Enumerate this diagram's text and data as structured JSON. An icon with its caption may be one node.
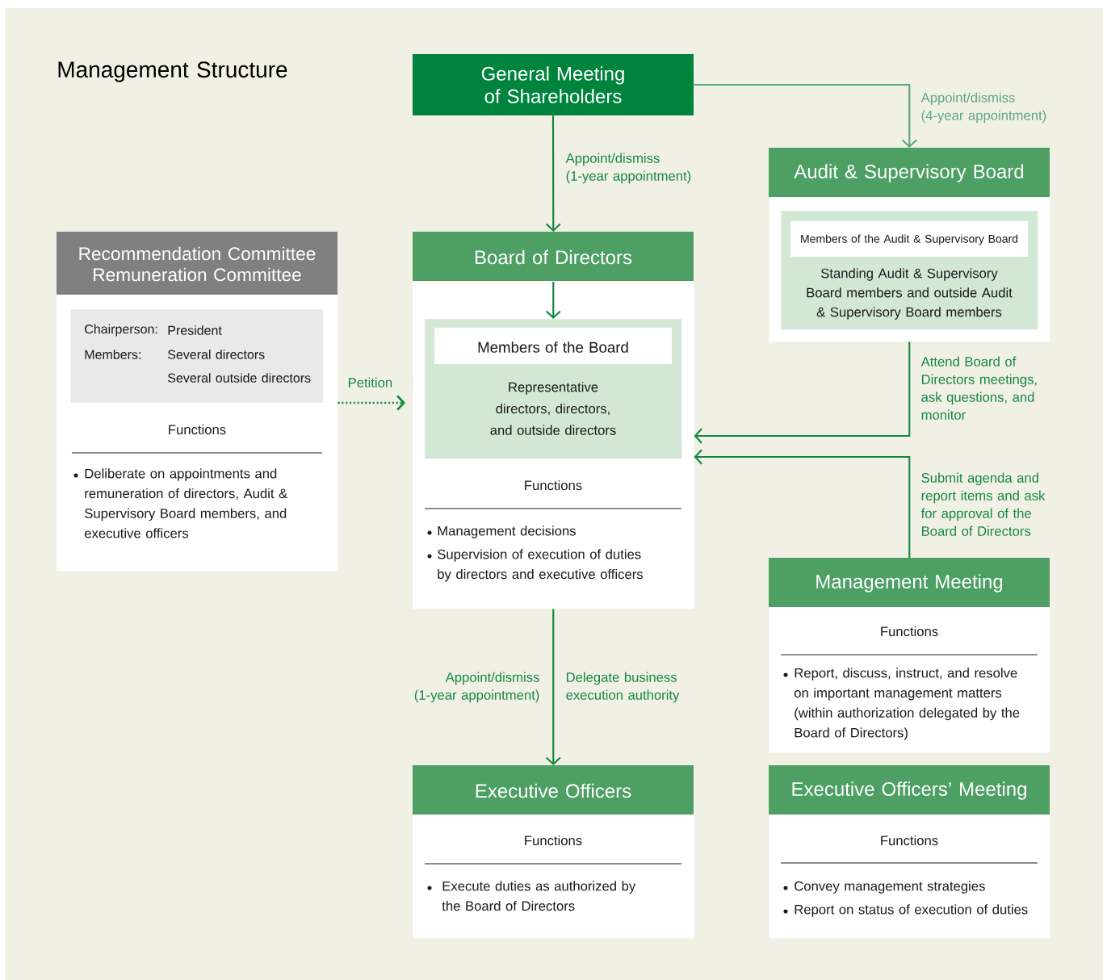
{
  "diagram": {
    "title": "Management Structure",
    "nodes": [
      {
        "text": [
          "General Meeting of Shareholders"
        ]
      },
      {
        "text": [
          "Audit & Supervisory Board"
        ]
      },
      {
        "text": [
          "Members of the Audit & Supervisory Board",
          "Standing Audit & Supervisory Board members and outside Audit & Supervisory Board members"
        ],
        "in": 1
      },
      {
        "text": [
          "Recommendation Committee Remuneration Committee",
          "Functions",
          "Deliberate on appointments and remuneration of directors, Audit & Supervisory Board members, and executive officers"
        ]
      },
      {
        "text": [
          "Chairperson:",
          "President",
          "Members:",
          "Several directors",
          "Several outside directors"
        ],
        "in": 3
      },
      {
        "text": [
          "Board of Directors",
          "Functions",
          "Management decisions",
          "Supervision of execution of duties by directors and executive officers"
        ]
      },
      {
        "text": [
          "Members of the Board",
          "Representative directors, directors, and outside directors"
        ],
        "in": 5
      },
      {
        "text": [
          "Management Meeting",
          "Functions",
          "Report, discuss, instruct, and resolve on important management matters (within authorization delegated by the Board of Directors)"
        ]
      },
      {
        "text": [
          "Executive Officers",
          "Functions",
          "Execute duties as authorized by the Board of Directors"
        ]
      },
      {
        "text": [
          "Executive Officers’ Meeting",
          "Functions",
          "Convey management strategies",
          "Report on status of execution of duties"
        ]
      }
    ],
    "edges": [
      {
        "from": 0,
        "to": 5,
        "arrow": "to",
        "label": "Appoint/dismiss (1-year appointment)"
      },
      {
        "from": 0,
        "to": 1,
        "arrow": "to",
        "label": "Appoint/dismiss (4-year appointment)",
        "color": "#5aa878"
      },
      {
        "from": 3,
        "to": 5,
        "arrow": "to",
        "label": "Petition",
        "style": "dashed"
      },
      {
        "from": 1,
        "to": 5,
        "arrow": "to",
        "label": "Attend Board of Directors meetings, ask questions, and monitor"
      },
      {
        "from": 7,
        "to": 5,
        "arrow": "to",
        "label": "Submit agenda and report items and ask for approval of the Board of Directors"
      },
      {
        "from": 5,
        "to": 8,
        "arrow": "to",
        "label": "Appoint/dismiss (1-year appointment)"
      },
      {
        "from": null,
        "to": 6,
        "arrow": "to"
      }
    ],
    "labels": [
      "Delegate business execution authority"
    ]
  }
}
